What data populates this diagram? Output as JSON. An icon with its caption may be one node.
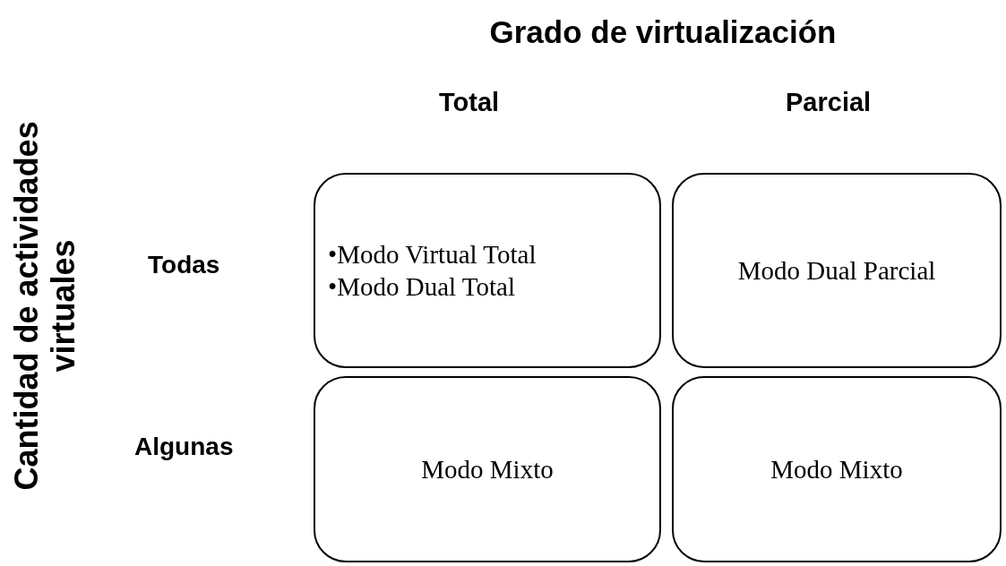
{
  "diagram": {
    "title": "Grado de virtualización",
    "nodes": [
      {
        "text": [
          "•Modo Virtual Total",
          "•Modo Dual Total"
        ]
      },
      {
        "text": [
          "Modo Dual Parcial"
        ]
      },
      {
        "text": [
          "Modo Mixto"
        ]
      },
      {
        "text": [
          "Modo Mixto"
        ]
      }
    ],
    "labels": [
      "Total",
      "Parcial",
      "Cantidad de actividades virtuales",
      "Todas",
      "Algunas"
    ]
  }
}
